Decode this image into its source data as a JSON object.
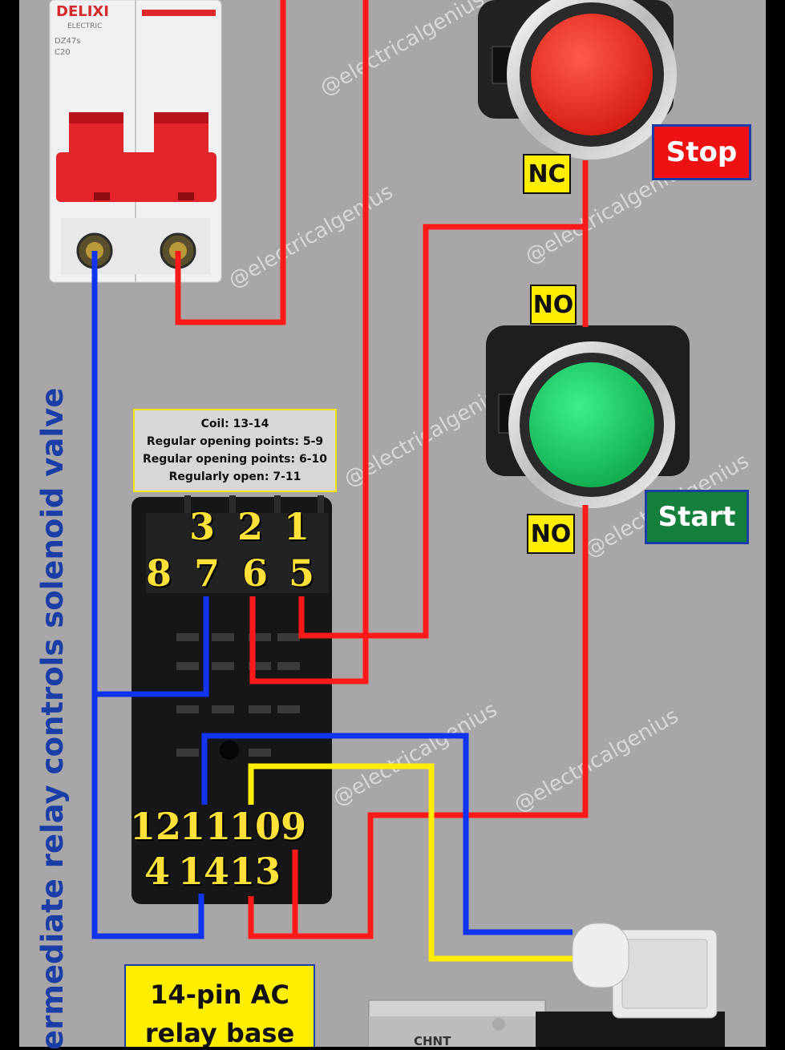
{
  "title": "ermediate relay controls solenoid valve",
  "breaker": {
    "brand": "DELIXI",
    "sub": "ELECTRIC",
    "model": "DZ47s",
    "rating": "C20"
  },
  "stop_button": {
    "terminal_label": "NC",
    "label": "Stop",
    "color": "#e3231c"
  },
  "start_button": {
    "terminal_label_top": "NO",
    "terminal_label_bottom": "NO",
    "label": "Start",
    "color": "#14c45e"
  },
  "note": {
    "lines": [
      "Coil: 13-14",
      "Regular opening points: 5-9",
      "Regular opening points: 6-10",
      "Regularly open: 7-11"
    ]
  },
  "relay_base": {
    "label_line1": "14-pin AC",
    "label_line2": "relay base",
    "top_row": [
      "3",
      "2",
      "1"
    ],
    "second_row": [
      "8",
      "7",
      "6",
      "5"
    ],
    "third_row": [
      "12",
      "11",
      "10",
      "9"
    ],
    "bottom_row": [
      "4",
      "14",
      "13"
    ]
  },
  "valve": {
    "brand": "CHNT"
  },
  "watermark": "@electricalgenius",
  "colors": {
    "panel": "#a9a6a7",
    "wire_red": "#ff1a1a",
    "wire_blue": "#1133ee",
    "wire_yellow": "#ffee00",
    "label_yellow": "#ffee00",
    "stop_label_bg": "#ee1111",
    "start_label_bg": "#14803c",
    "title_blue": "#1a3ea6"
  }
}
